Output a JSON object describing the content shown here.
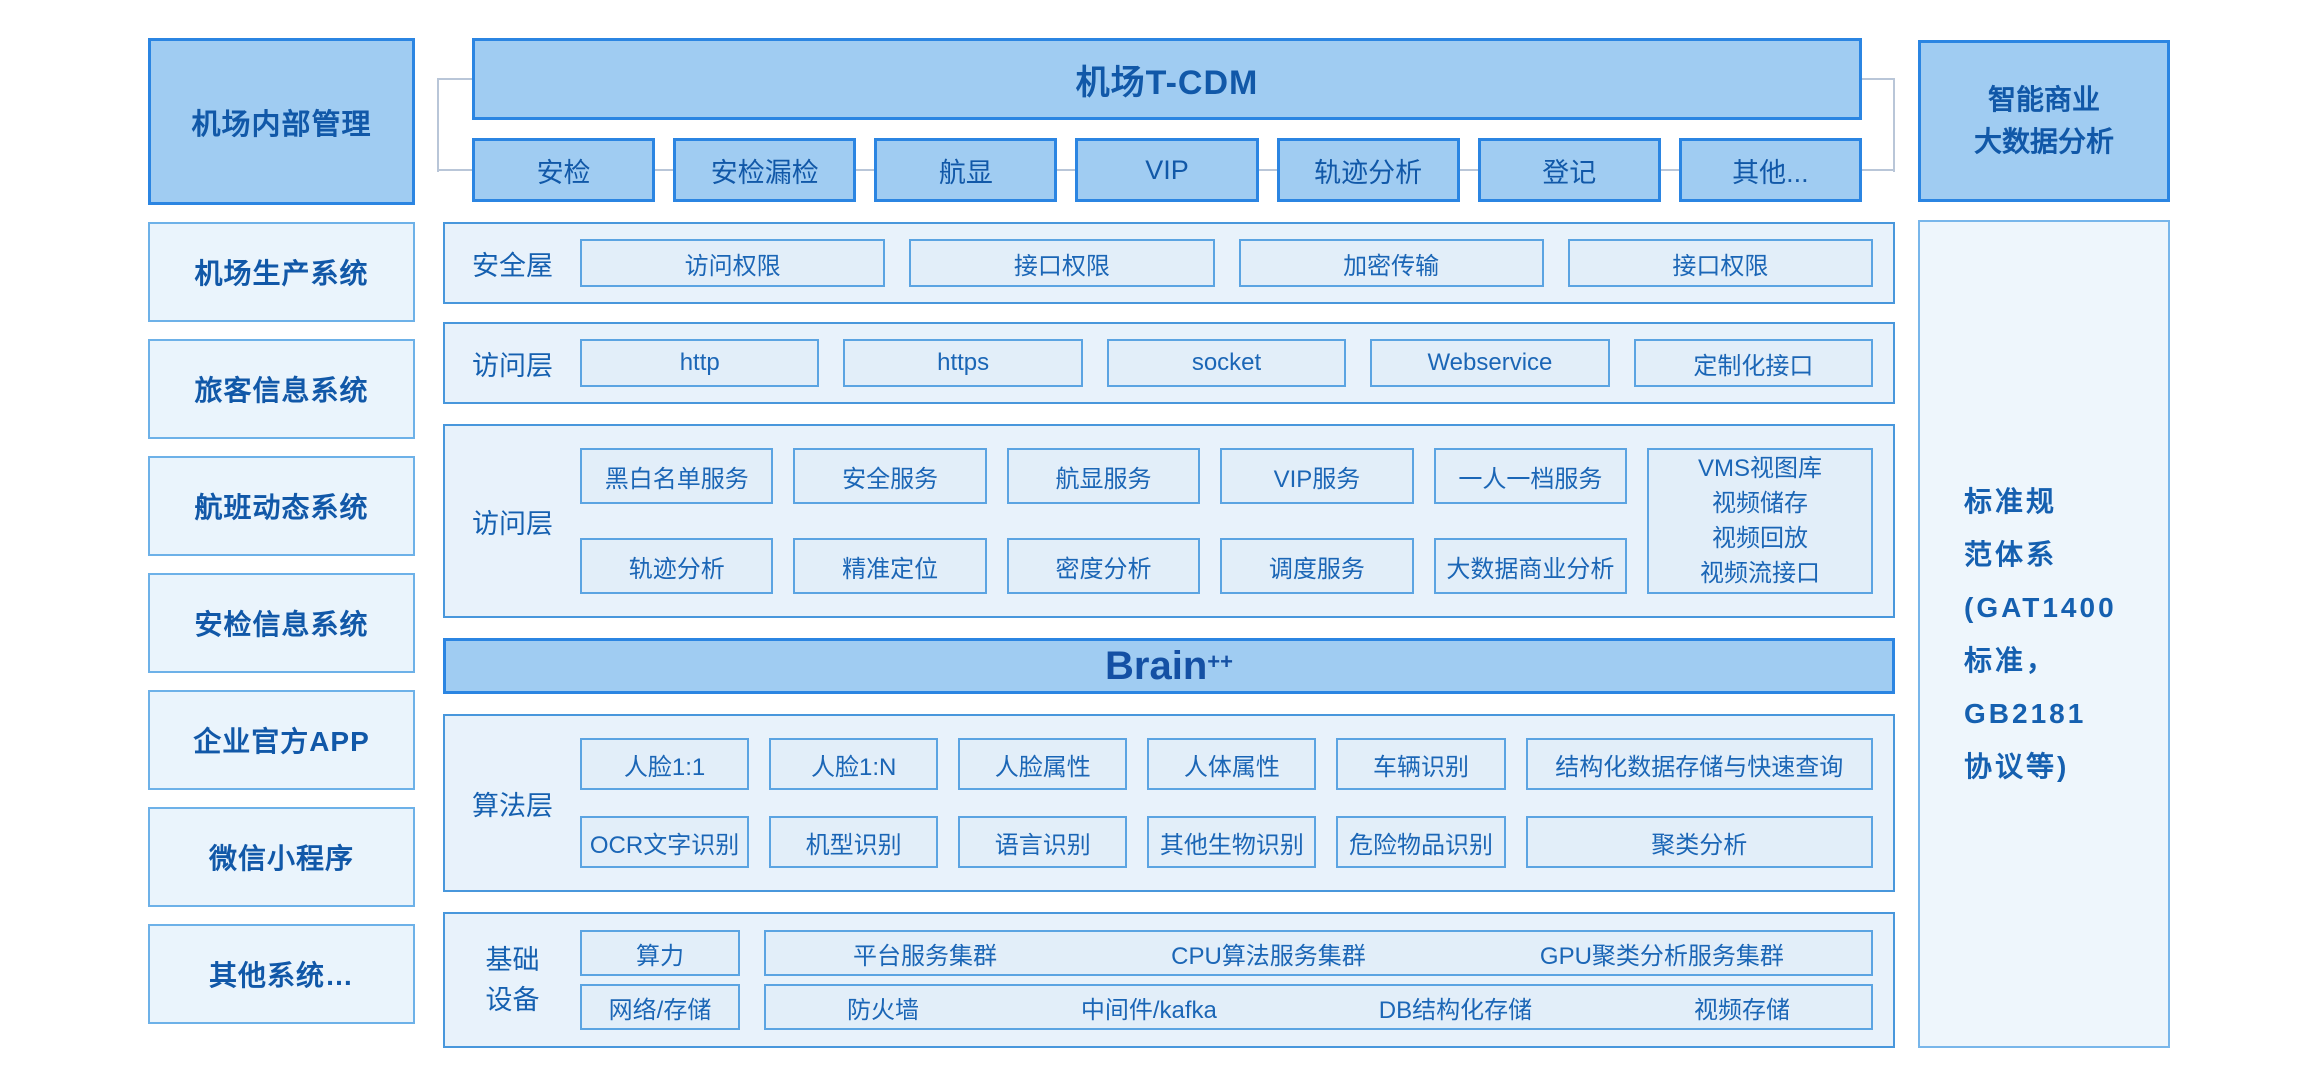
{
  "sidebar": {
    "primary": "机场内部管理",
    "items": [
      "机场生产系统",
      "旅客信息系统",
      "航班动态系统",
      "安检信息系统",
      "企业官方APP",
      "微信小程序",
      "其他系统…"
    ]
  },
  "tcdm": {
    "title": "机场T-CDM",
    "modules": [
      "安检",
      "安检漏检",
      "航显",
      "VIP",
      "轨迹分析",
      "登记",
      "其他..."
    ]
  },
  "rows": {
    "security_room": {
      "label": "安全屋",
      "items": [
        "访问权限",
        "接口权限",
        "加密传输",
        "接口权限"
      ]
    },
    "access_layer": {
      "label": "访问层",
      "items": [
        "http",
        "https",
        "socket",
        "Webservice",
        "定制化接口"
      ]
    },
    "service_layer": {
      "label": "访问层",
      "row1": [
        "黑白名单服务",
        "安全服务",
        "航显服务",
        "VIP服务",
        "一人一档服务"
      ],
      "row2": [
        "轨迹分析",
        "精准定位",
        "密度分析",
        "调度服务",
        "大数据商业分析"
      ],
      "vms_lines": [
        "VMS视图库",
        "视频储存",
        "视频回放",
        "视频流接口"
      ]
    },
    "brain": {
      "name": "Brain",
      "sup": "++"
    },
    "algorithm_layer": {
      "label": "算法层",
      "row1": [
        "人脸1:1",
        "人脸1:N",
        "人脸属性",
        "人体属性",
        "车辆识别",
        "结构化数据存储与快速查询"
      ],
      "row2": [
        "OCR文字识别",
        "机型识别",
        "语言识别",
        "其他生物识别",
        "危险物品识别",
        "聚类分析"
      ]
    },
    "infrastructure": {
      "label": "基础设备",
      "row1_small": "算力",
      "row1_group": [
        "平台服务集群",
        "CPU算法服务集群",
        "GPU聚类分析服务集群"
      ],
      "row2_small": "网络/存储",
      "row2_group": [
        "防火墙",
        "中间件/kafka",
        "DB结构化存储",
        "视频存储"
      ]
    }
  },
  "right_column": {
    "top_lines": [
      "智能商业",
      "大数据分析"
    ],
    "standards_lines": [
      "标准规",
      "范体系",
      "(GAT1400",
      "标准，",
      "GB2181",
      "协议等)"
    ]
  },
  "colors": {
    "primary_fill": "#a0ccf2",
    "primary_border": "#2b85e2",
    "light_fill": "#eaf4fc",
    "row_fill": "#e8f2fb",
    "row_border": "#4897dc",
    "item_fill": "#e2eef9",
    "item_border": "#5ba4e2",
    "text": "#1560b0",
    "connector": "#b9c6d8"
  }
}
